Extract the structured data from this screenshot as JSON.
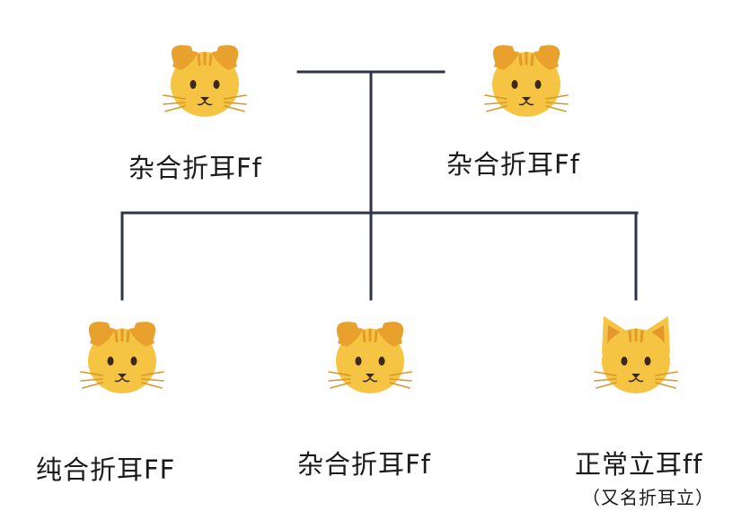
{
  "colors": {
    "line": "#2e3446",
    "face": "#f5c443",
    "face_shade": "#e8a12c",
    "stripe": "#e39a2a",
    "ear_inner": "#e6962a",
    "eye": "#3b2a1a",
    "nose": "#3b2a1a",
    "whisker": "#d39a2a"
  },
  "parents": [
    {
      "label": "杂合折耳Ff",
      "icon": "folded-ear-cat-icon"
    },
    {
      "label": "杂合折耳Ff",
      "icon": "folded-ear-cat-icon"
    }
  ],
  "offspring": [
    {
      "label": "纯合折耳FF",
      "icon": "folded-ear-cat-icon"
    },
    {
      "label": "杂合折耳Ff",
      "icon": "folded-ear-cat-icon"
    },
    {
      "label": "正常立耳ff",
      "sublabel": "（又名折耳立）",
      "icon": "upright-ear-cat-icon"
    }
  ]
}
